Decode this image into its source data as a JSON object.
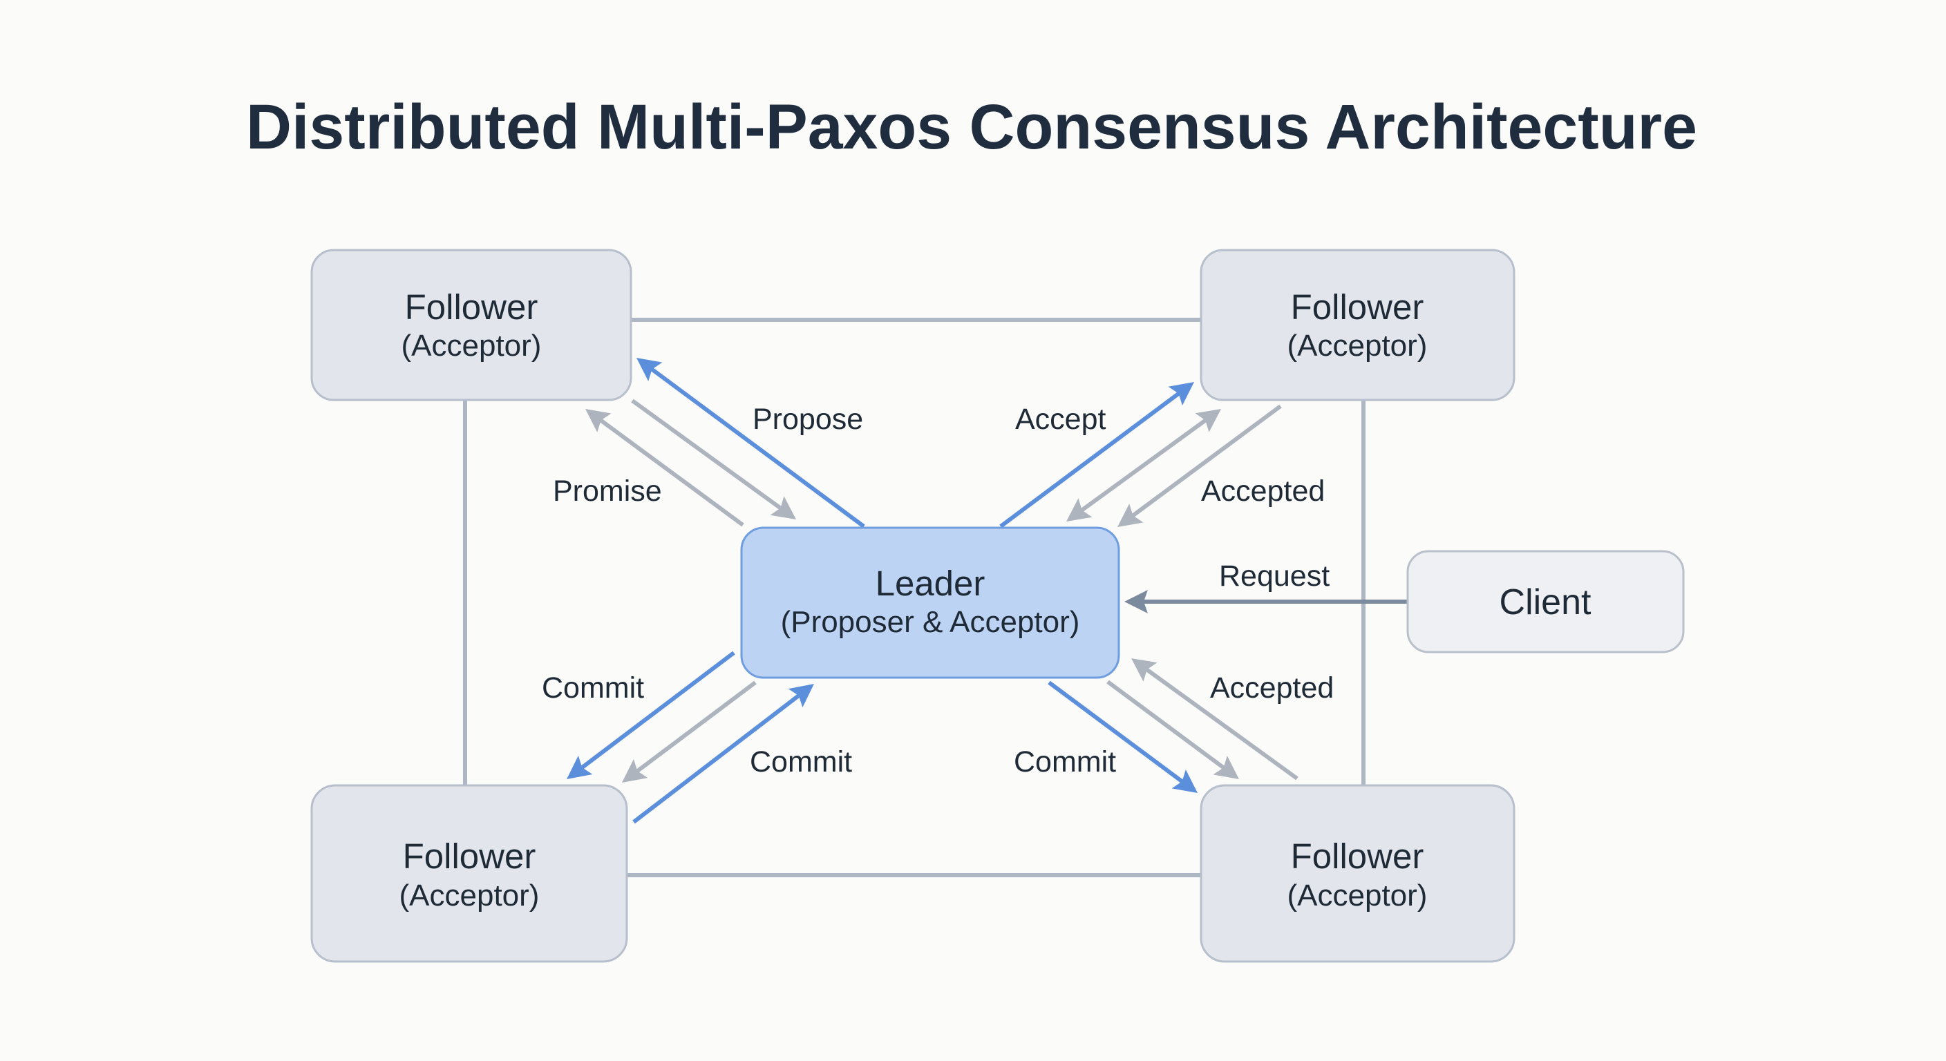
{
  "title": "Distributed Multi-Paxos Consensus Architecture",
  "colors": {
    "background": "#fbfbfa",
    "title": "#1f2d3f",
    "text": "#1f2a37",
    "follower_fill": "#e2e6ec",
    "follower_stroke": "#b6bfcb",
    "leader_fill": "#bdd3f3",
    "leader_stroke": "#6e9ee0",
    "client_fill": "#eef0f4",
    "client_stroke": "#b9c0ca",
    "blue_arrow": "#5b8fdc",
    "gray_arrow": "#adb4be",
    "request_arrow": "#7b8a9d",
    "connector": "#adb6c3"
  },
  "nodes": {
    "follower_top_left": {
      "role": "Follower",
      "subtitle": "(Acceptor)"
    },
    "follower_top_right": {
      "role": "Follower",
      "subtitle": "(Acceptor)"
    },
    "follower_bottom_left": {
      "role": "Follower",
      "subtitle": "(Acceptor)"
    },
    "follower_bottom_right": {
      "role": "Follower",
      "subtitle": "(Acceptor)"
    },
    "leader": {
      "role": "Leader",
      "subtitle": "(Proposer & Acceptor)"
    },
    "client": {
      "role": "Client"
    }
  },
  "edges": [
    {
      "id": "propose",
      "from": "leader",
      "to": "follower_top_left",
      "label": "Propose",
      "style": "blue"
    },
    {
      "id": "tl-to-leader",
      "from": "follower_top_left",
      "to": "leader",
      "label": "",
      "style": "gray"
    },
    {
      "id": "promise",
      "from": "leader",
      "to": "follower_top_left",
      "label": "Promise",
      "style": "gray"
    },
    {
      "id": "accept",
      "from": "leader",
      "to": "follower_top_right",
      "label": "Accept",
      "style": "blue"
    },
    {
      "id": "tr-bidirectional",
      "from": "leader",
      "to": "follower_top_right",
      "label": "",
      "style": "gray",
      "bidirectional": true
    },
    {
      "id": "accepted-top",
      "from": "follower_top_right",
      "to": "leader",
      "label": "Accepted",
      "style": "gray"
    },
    {
      "id": "request",
      "from": "client",
      "to": "leader",
      "label": "Request",
      "style": "request"
    },
    {
      "id": "commit-bl-1",
      "from": "leader",
      "to": "follower_bottom_left",
      "label": "Commit",
      "style": "blue"
    },
    {
      "id": "bl-gray",
      "from": "leader",
      "to": "follower_bottom_left",
      "label": "",
      "style": "gray"
    },
    {
      "id": "commit-bl-2",
      "from": "follower_bottom_left",
      "to": "leader",
      "label": "Commit",
      "style": "blue"
    },
    {
      "id": "commit-br",
      "from": "leader",
      "to": "follower_bottom_right",
      "label": "Commit",
      "style": "blue"
    },
    {
      "id": "br-gray",
      "from": "leader",
      "to": "follower_bottom_right",
      "label": "",
      "style": "gray"
    },
    {
      "id": "accepted-bottom",
      "from": "follower_bottom_right",
      "to": "leader",
      "label": "Accepted",
      "style": "gray"
    }
  ],
  "labels": {
    "propose": "Propose",
    "promise": "Promise",
    "accept": "Accept",
    "accepted_top": "Accepted",
    "request": "Request",
    "accepted_bottom": "Accepted",
    "commit_left_upper": "Commit",
    "commit_left_lower": "Commit",
    "commit_right": "Commit"
  }
}
